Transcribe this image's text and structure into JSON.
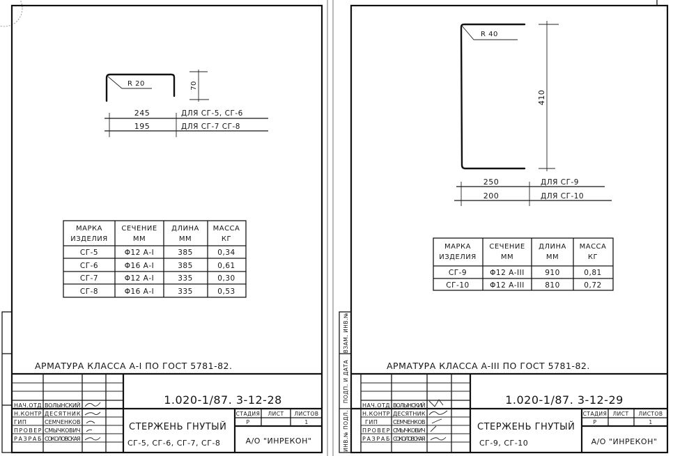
{
  "side_strip": [
    "ИНВ.№ ПОДЛ.",
    "ПОДП. И ДАТА",
    "ВЗАМ. ИНВ.№"
  ],
  "sheets": [
    {
      "drawing": {
        "radius_label": "R 20",
        "height_dim": "70",
        "dims": [
          {
            "value": "245",
            "label": "ДЛЯ СГ-5, СГ-6"
          },
          {
            "value": "195",
            "label": "ДЛЯ СГ-7 СГ-8"
          }
        ]
      },
      "table": {
        "headers": [
          [
            "МАРКА",
            "ИЗДЕЛИЯ"
          ],
          [
            "СЕЧЕНИЕ",
            "ММ"
          ],
          [
            "ДЛИНА",
            "ММ"
          ],
          [
            "МАССА",
            "КГ"
          ]
        ],
        "rows": [
          [
            "СГ-5",
            "Φ12 А-I",
            "385",
            "0,34"
          ],
          [
            "СГ-6",
            "Φ16 А-I",
            "385",
            "0,61"
          ],
          [
            "СГ-7",
            "Φ12 А-I",
            "335",
            "0,30"
          ],
          [
            "СГ-8",
            "Φ16 А-I",
            "335",
            "0,53"
          ]
        ]
      },
      "note": "АРМАТУРА КЛАССА А-I ПО ГОСТ 5781-82.",
      "title_block": {
        "doc_number": "1.020-1/87.  3-12-28",
        "title": "СТЕРЖЕНЬ ГНУТЫЙ",
        "subtitle": "СГ-5, СГ-6, СГ-7, СГ-8",
        "stage_headers": [
          "СТАДИЯ",
          "ЛИСТ",
          "ЛИСТОВ"
        ],
        "stage_values": [
          "Р",
          "",
          "1"
        ],
        "org": "А/О \"ИНРЕКОН\"",
        "staff": [
          [
            "НАЧ.ОТД",
            "ВОЛЫНСКИЙ"
          ],
          [
            "Н.КОНТР",
            "ДЕСЯТНИК"
          ],
          [
            "ГИП",
            "СЕМЧЕНКОВ"
          ],
          [
            "ПРОВЕР",
            "СМЫЧКОВИЧ"
          ],
          [
            "РАЗРАБ",
            "СОКОЛОВСКАЯ"
          ]
        ]
      }
    },
    {
      "drawing": {
        "radius_label": "R 40",
        "height_dim": "410",
        "dims": [
          {
            "value": "250",
            "label": "ДЛЯ  СГ-9"
          },
          {
            "value": "200",
            "label": "ДЛЯ  СГ-10"
          }
        ]
      },
      "table": {
        "headers": [
          [
            "МАРКА",
            "ИЗДЕЛИЯ"
          ],
          [
            "СЕЧЕНИЕ",
            "ММ"
          ],
          [
            "ДЛИНА",
            "ММ"
          ],
          [
            "МАССА",
            "КГ"
          ]
        ],
        "rows": [
          [
            "СГ-9",
            "Φ12 А-III",
            "910",
            "0,81"
          ],
          [
            "СГ-10",
            "Φ12 А-III",
            "810",
            "0,72"
          ]
        ]
      },
      "note": "АРМАТУРА КЛАССА А-III ПО ГОСТ 5781-82.",
      "title_block": {
        "doc_number": "1.020-1/87.  3-12-29",
        "title": "СТЕРЖЕНЬ ГНУТЫЙ",
        "subtitle": "СГ-9,  СГ-10",
        "stage_headers": [
          "СТАДИЯ",
          "ЛИСТ",
          "ЛИСТОВ"
        ],
        "stage_values": [
          "Р",
          "",
          "1"
        ],
        "org": "А/О \"ИНРЕКОН\"",
        "staff": [
          [
            "НАЧ.ОТД",
            "ВОЛЫНСКИЙ"
          ],
          [
            "Н.КОНТР",
            "ДЕСЯТНИК"
          ],
          [
            "ГИП",
            "СЕМЧЕНКОВ"
          ],
          [
            "ПРОВЕР",
            "СМЫЧКОВИЧ"
          ],
          [
            "РАЗРАБ",
            "СОКОЛОВСКАЯ"
          ]
        ]
      }
    }
  ]
}
